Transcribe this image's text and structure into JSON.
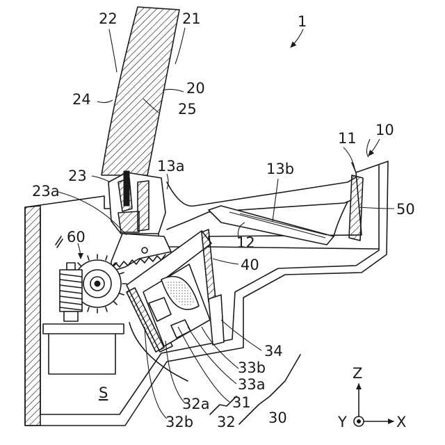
{
  "figure": {
    "labels": {
      "device": "1",
      "housing": "10",
      "window_edge": "11",
      "duct": "12",
      "duct_opening_a": "13a",
      "duct_opening_b": "13b",
      "windshield": "20",
      "outer_surface": "21",
      "inner_surface": "22",
      "frame": "23",
      "frame_rack": "23a",
      "edge_24": "24",
      "edge_25": "25",
      "projection_unit": "30",
      "light_source": "31",
      "mirror_unit": "32",
      "mirror_a": "32a",
      "mirror_b": "32b",
      "lens_a": "33a",
      "lens_b": "33b",
      "holder": "34",
      "screen": "40",
      "reflector": "50",
      "drive_gear": "60",
      "space": "S"
    },
    "axes": {
      "z": "Z",
      "y": "Y",
      "x": "X"
    }
  }
}
